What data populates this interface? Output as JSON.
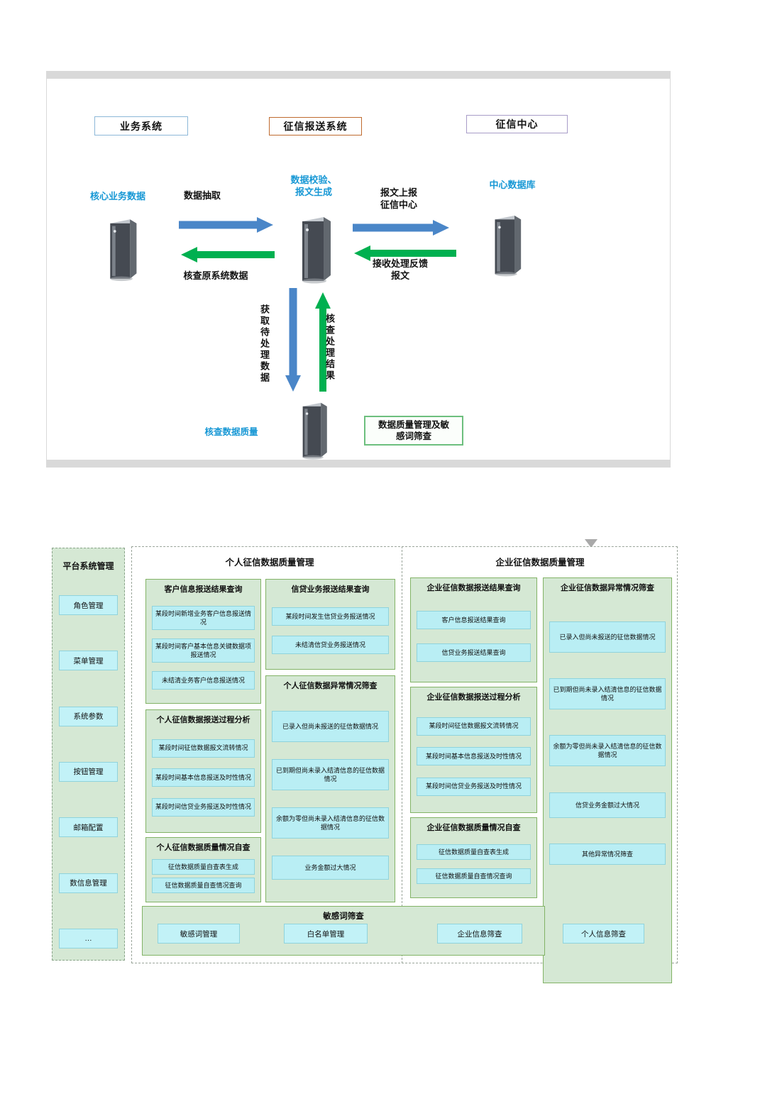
{
  "flow_diagram": {
    "headers": {
      "business_system": "业务系统",
      "reporting_system": "征信报送系统",
      "credit_center": "征信中心"
    },
    "nodes": {
      "core_business_data": "核心业务数据",
      "data_validation": "数据校验、\n报文生成",
      "central_database": "中心数据库",
      "check_data_quality": "核查数据质量",
      "quality_mgmt_box": "数据质量管理及敏\n感词筛查"
    },
    "arrow_labels": {
      "data_extract": "数据抽取",
      "verify_source_data": "核查原系统数据",
      "report_to_center": "报文上报\n征信中心",
      "receive_feedback": "接收处理反馈\n报文",
      "fetch_pending_data": "获取待处理数据",
      "check_process_result": "核查处理结果"
    },
    "colors": {
      "blue_arrow": "#4a86c8",
      "green_arrow": "#00b050",
      "blue_label": "#1898d5"
    }
  },
  "module_diagram": {
    "platform": {
      "title": "平台系统管理",
      "items": [
        "角色管理",
        "菜单管理",
        "系统参数",
        "按钮管理",
        "邮箱配置",
        "数信息管理",
        "…"
      ]
    },
    "personal": {
      "title": "个人征信数据质量管理",
      "groups": [
        {
          "title": "客户信息报送结果查询",
          "items": [
            "某段时间新增业务客户信息报送情况",
            "某段时间客户基本信息关键数据项报送情况",
            "未结清业务客户信息报送情况"
          ]
        },
        {
          "title": "信贷业务报送结果查询",
          "items": [
            "某段时间发生信贷业务报送情况",
            "未结清信贷业务报送情况"
          ]
        },
        {
          "title": "个人征信数据报送过程分析",
          "items": [
            "某段时间征信数据报文流转情况",
            "某段时间基本信息报送及时性情况",
            "某段时间信贷业务报送及时性情况"
          ]
        },
        {
          "title": "个人征信数据异常情况筛查",
          "items": [
            "已录入但尚未报送的征信数据情况",
            "已到期但尚未录入结清信息的征信数据情况",
            "余额为零但尚未录入结清信息的征信数据情况",
            "业务金额过大情况"
          ]
        },
        {
          "title": "个人征信数据质量情况自查",
          "items": [
            "征信数据质量自查表生成",
            "征信数据质量自查情况查询"
          ]
        }
      ]
    },
    "enterprise": {
      "title": "企业征信数据质量管理",
      "groups": [
        {
          "title": "企业征信数据报送结果查询",
          "items": [
            "客户信息报送结果查询",
            "信贷业务报送结果查询"
          ]
        },
        {
          "title": "企业征信数据报送过程分析",
          "items": [
            "某段时间征信数据报文流转情况",
            "某段时间基本信息报送及时性情况",
            "某段时间信贷业务报送及时性情况"
          ]
        },
        {
          "title": "企业征信数据质量情况自查",
          "items": [
            "征信数据质量自查表生成",
            "征信数据质量自查情况查询"
          ]
        },
        {
          "title": "企业征信数据异常情况筛查",
          "items": [
            "已录入但尚未报送的征信数据情况",
            "已到期但尚未录入结清信息的征信数据情况",
            "余额为零但尚未录入结清信息的征信数据情况",
            "信贷业务金额过大情况",
            "其他异常情况筛查"
          ]
        }
      ]
    },
    "sensitive": {
      "title": "敏感词筛查",
      "items": [
        "敏感词管理",
        "白名单管理",
        "企业信息筛查",
        "个人信息筛查"
      ]
    }
  }
}
